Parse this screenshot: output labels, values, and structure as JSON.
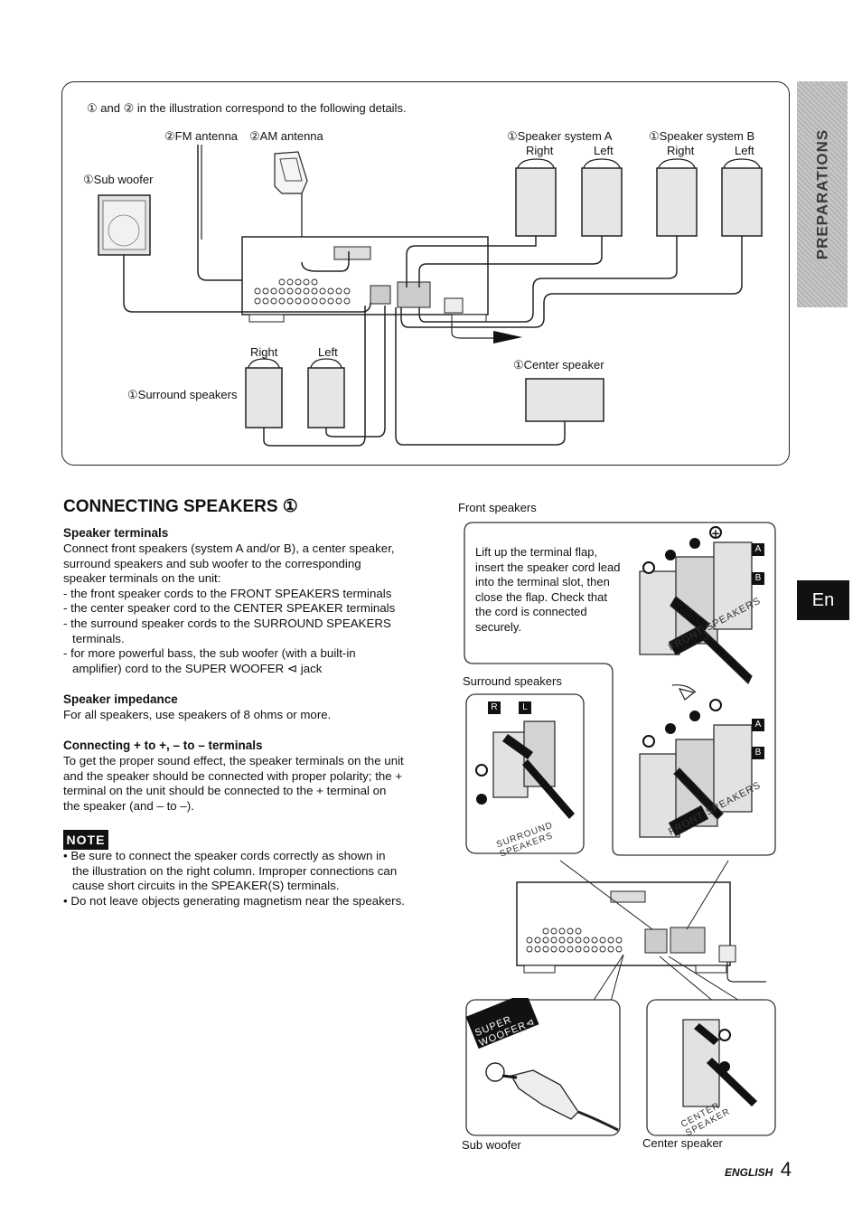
{
  "diagram": {
    "intro": "① and ② in the illustration correspond to the following details.",
    "fm_antenna": "②FM antenna",
    "am_antenna": "②AM antenna",
    "sub_woofer": "①Sub woofer",
    "speaker_system_a": "①Speaker system A",
    "speaker_system_b": "①Speaker system B",
    "right": "Right",
    "left": "Left",
    "surround_speakers": "①Surround speakers",
    "center_speaker": "①Center speaker"
  },
  "side_tab": {
    "label": "PREPARATIONS",
    "lang": "En"
  },
  "section": {
    "title": "CONNECTING SPEAKERS ①",
    "terminals_heading": "Speaker terminals",
    "terminals_intro": "Connect front speakers (system A and/or B), a center speaker, surround speakers and sub woofer to the corresponding speaker terminals on the unit:",
    "terminals_items": [
      "- the front speaker cords to the FRONT SPEAKERS terminals",
      "- the center speaker cord to the CENTER SPEAKER terminals",
      "- the surround speaker cords to the SURROUND SPEAKERS terminals.",
      "- for more powerful bass, the sub woofer (with a built-in amplifier) cord to the SUPER WOOFER ⊲ jack"
    ],
    "impedance_heading": "Speaker impedance",
    "impedance_text": "For all speakers, use speakers of 8 ohms or more.",
    "polarity_heading": "Connecting + to +, – to – terminals",
    "polarity_text": "To get the proper sound effect, the speaker terminals on the unit and the speaker should be connected with proper polarity; the + terminal on the unit should be connected to the + terminal on the speaker (and – to –).",
    "note_label": "NOTE",
    "notes": [
      "• Be sure to connect the speaker cords correctly as shown in the illustration on the right column. Improper connections can cause short circuits in the SPEAKER(S) terminals.",
      "• Do not leave objects generating magnetism near the speakers."
    ]
  },
  "right_column": {
    "front_speakers": "Front speakers",
    "instruction": "Lift up the terminal flap, insert the speaker cord lead into the terminal slot, then close the flap. Check that the cord is connected securely.",
    "surround_speakers": "Surround speakers",
    "sub_woofer": "Sub woofer",
    "center_speaker": "Center speaker",
    "label_front_speakers": "FRONT SPEAKERS",
    "label_surround_speakers": "SURROUND SPEAKERS",
    "label_super_woofer": "SUPER WOOFER⊲",
    "label_center_speaker": "CENTER SPEAKER",
    "tag_a": "A",
    "tag_b": "B",
    "tag_r": "R",
    "tag_l": "L"
  },
  "footer": {
    "language": "ENGLISH",
    "page": "4"
  }
}
